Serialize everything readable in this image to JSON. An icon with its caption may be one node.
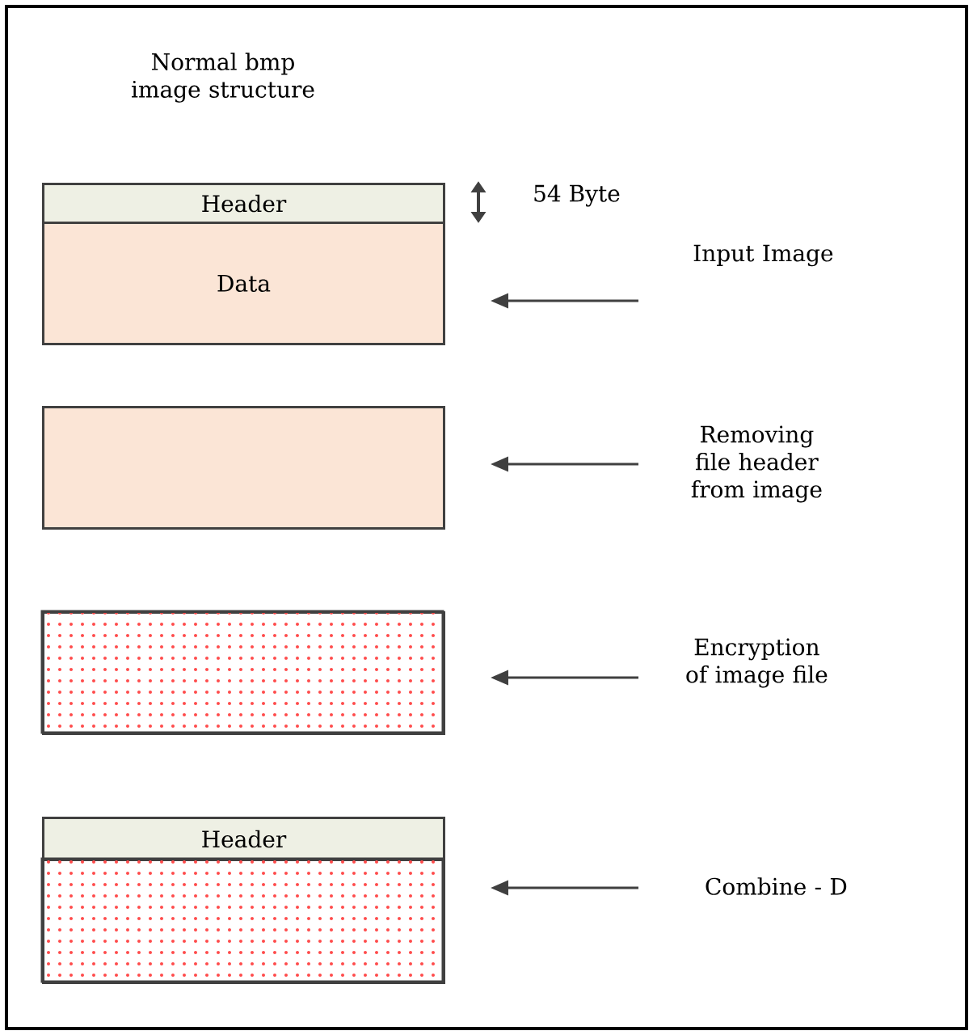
{
  "diagram": {
    "title": "Normal bmp image structure",
    "nodes": [
      {
        "text": [
          "Header"
        ]
      },
      {
        "text": [
          "Data"
        ]
      },
      {
        "text": [],
        "shape": "box"
      },
      {
        "text": [],
        "shape": "box"
      },
      {
        "text": [
          "Header"
        ]
      },
      {
        "text": [],
        "shape": "box"
      },
      {
        "text": [
          "Input Image"
        ]
      },
      {
        "text": [
          "Removing file header from image"
        ]
      },
      {
        "text": [
          "Encryption of image file"
        ]
      },
      {
        "text": [
          "Combine - D"
        ]
      }
    ],
    "edges": [
      {
        "from": 6,
        "to": 1,
        "arrow": "to"
      },
      {
        "from": 7,
        "to": 2,
        "arrow": "to"
      },
      {
        "from": 8,
        "to": 3,
        "arrow": "to"
      },
      {
        "from": 9,
        "to": 5,
        "arrow": "to"
      }
    ],
    "labels": [
      "54 Byte"
    ]
  }
}
